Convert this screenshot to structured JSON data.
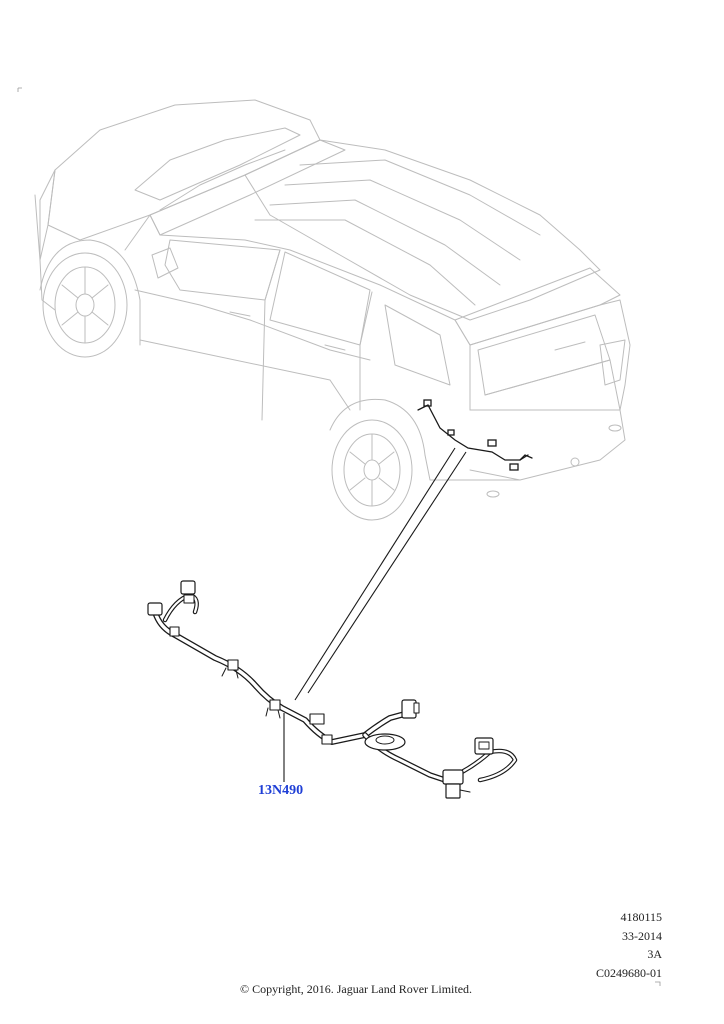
{
  "diagram": {
    "part_label": "13N490",
    "info_lines": [
      "4180115",
      "33-2014",
      "3A",
      "C0249680-01"
    ],
    "copyright": "© Copyright, 2016. Jaguar Land Rover Limited.",
    "colors": {
      "vehicle_line": "#bdbdbd",
      "harness_line": "#1a1a1a",
      "callout": "#1f3fd6"
    }
  }
}
